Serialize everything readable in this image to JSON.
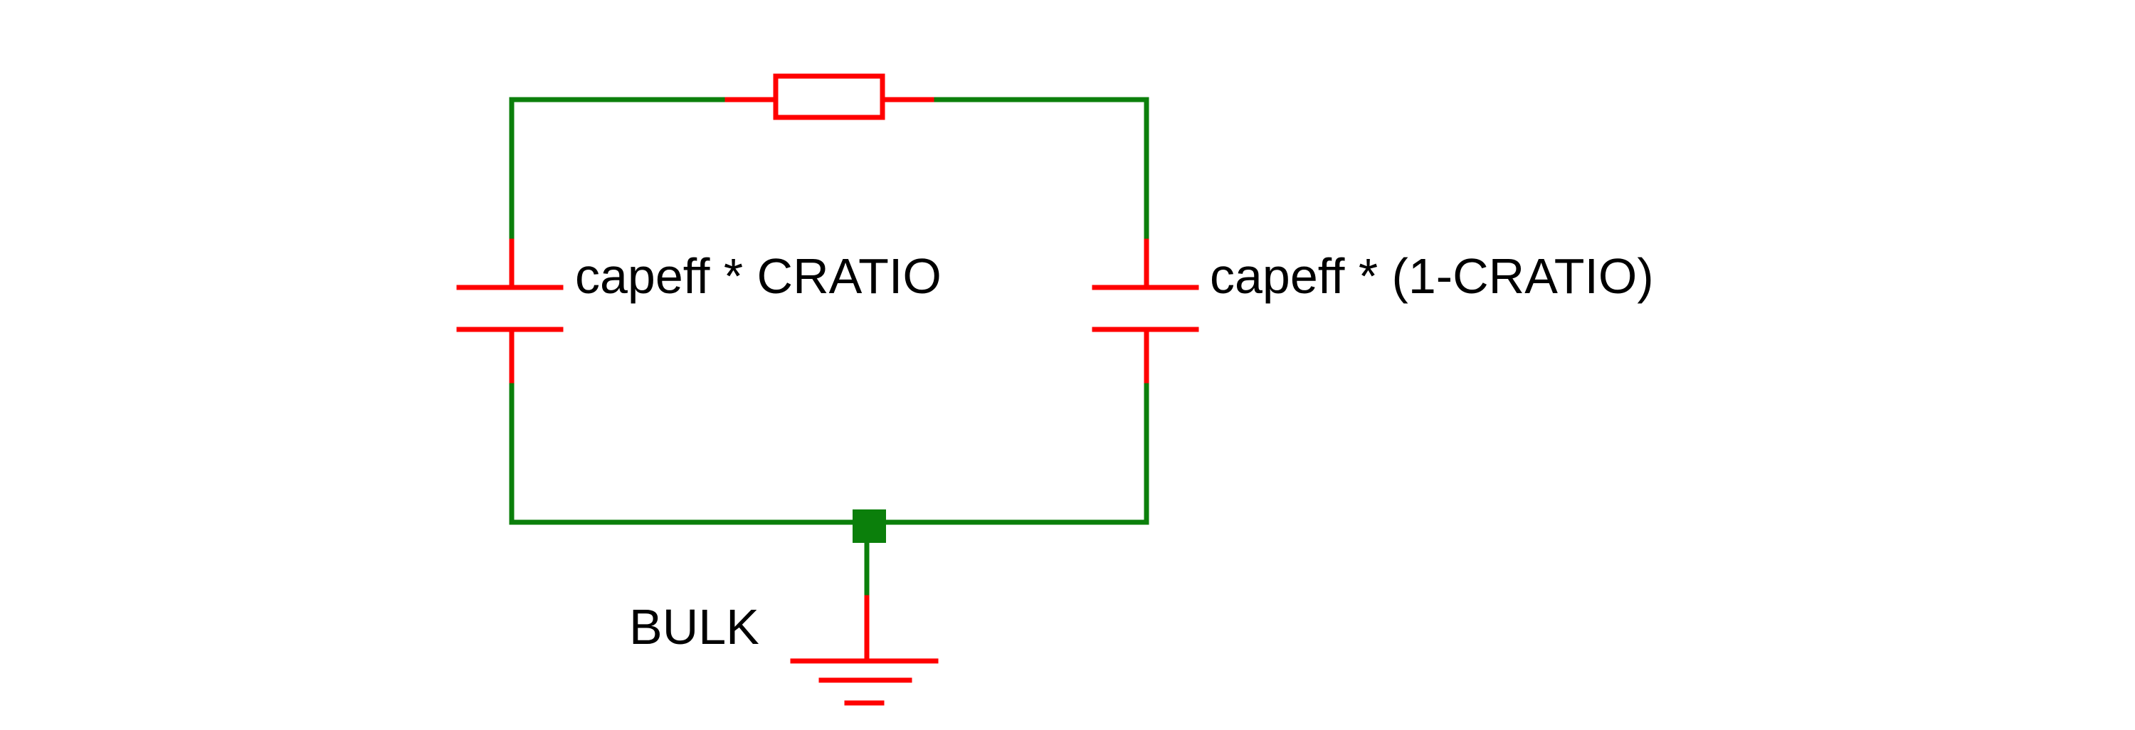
{
  "colors": {
    "wire": "#0b7f0b",
    "component": "#ff0000",
    "node": "#0b7f0b",
    "text": "#000000",
    "background": "#ffffff"
  },
  "labels": {
    "left_capacitor": "capeff * CRATIO",
    "right_capacitor": "capeff * (1-CRATIO)",
    "ground_node": "BULK"
  },
  "components": [
    {
      "kind": "resistor",
      "symbol": "resistor-icon"
    },
    {
      "kind": "capacitor",
      "symbol": "capacitor-icon",
      "value_label": "capeff * CRATIO"
    },
    {
      "kind": "capacitor",
      "symbol": "capacitor-icon",
      "value_label": "capeff * (1-CRATIO)"
    },
    {
      "kind": "ground",
      "symbol": "ground-icon",
      "net": "BULK"
    },
    {
      "kind": "junction",
      "symbol": "junction-dot-icon"
    }
  ]
}
